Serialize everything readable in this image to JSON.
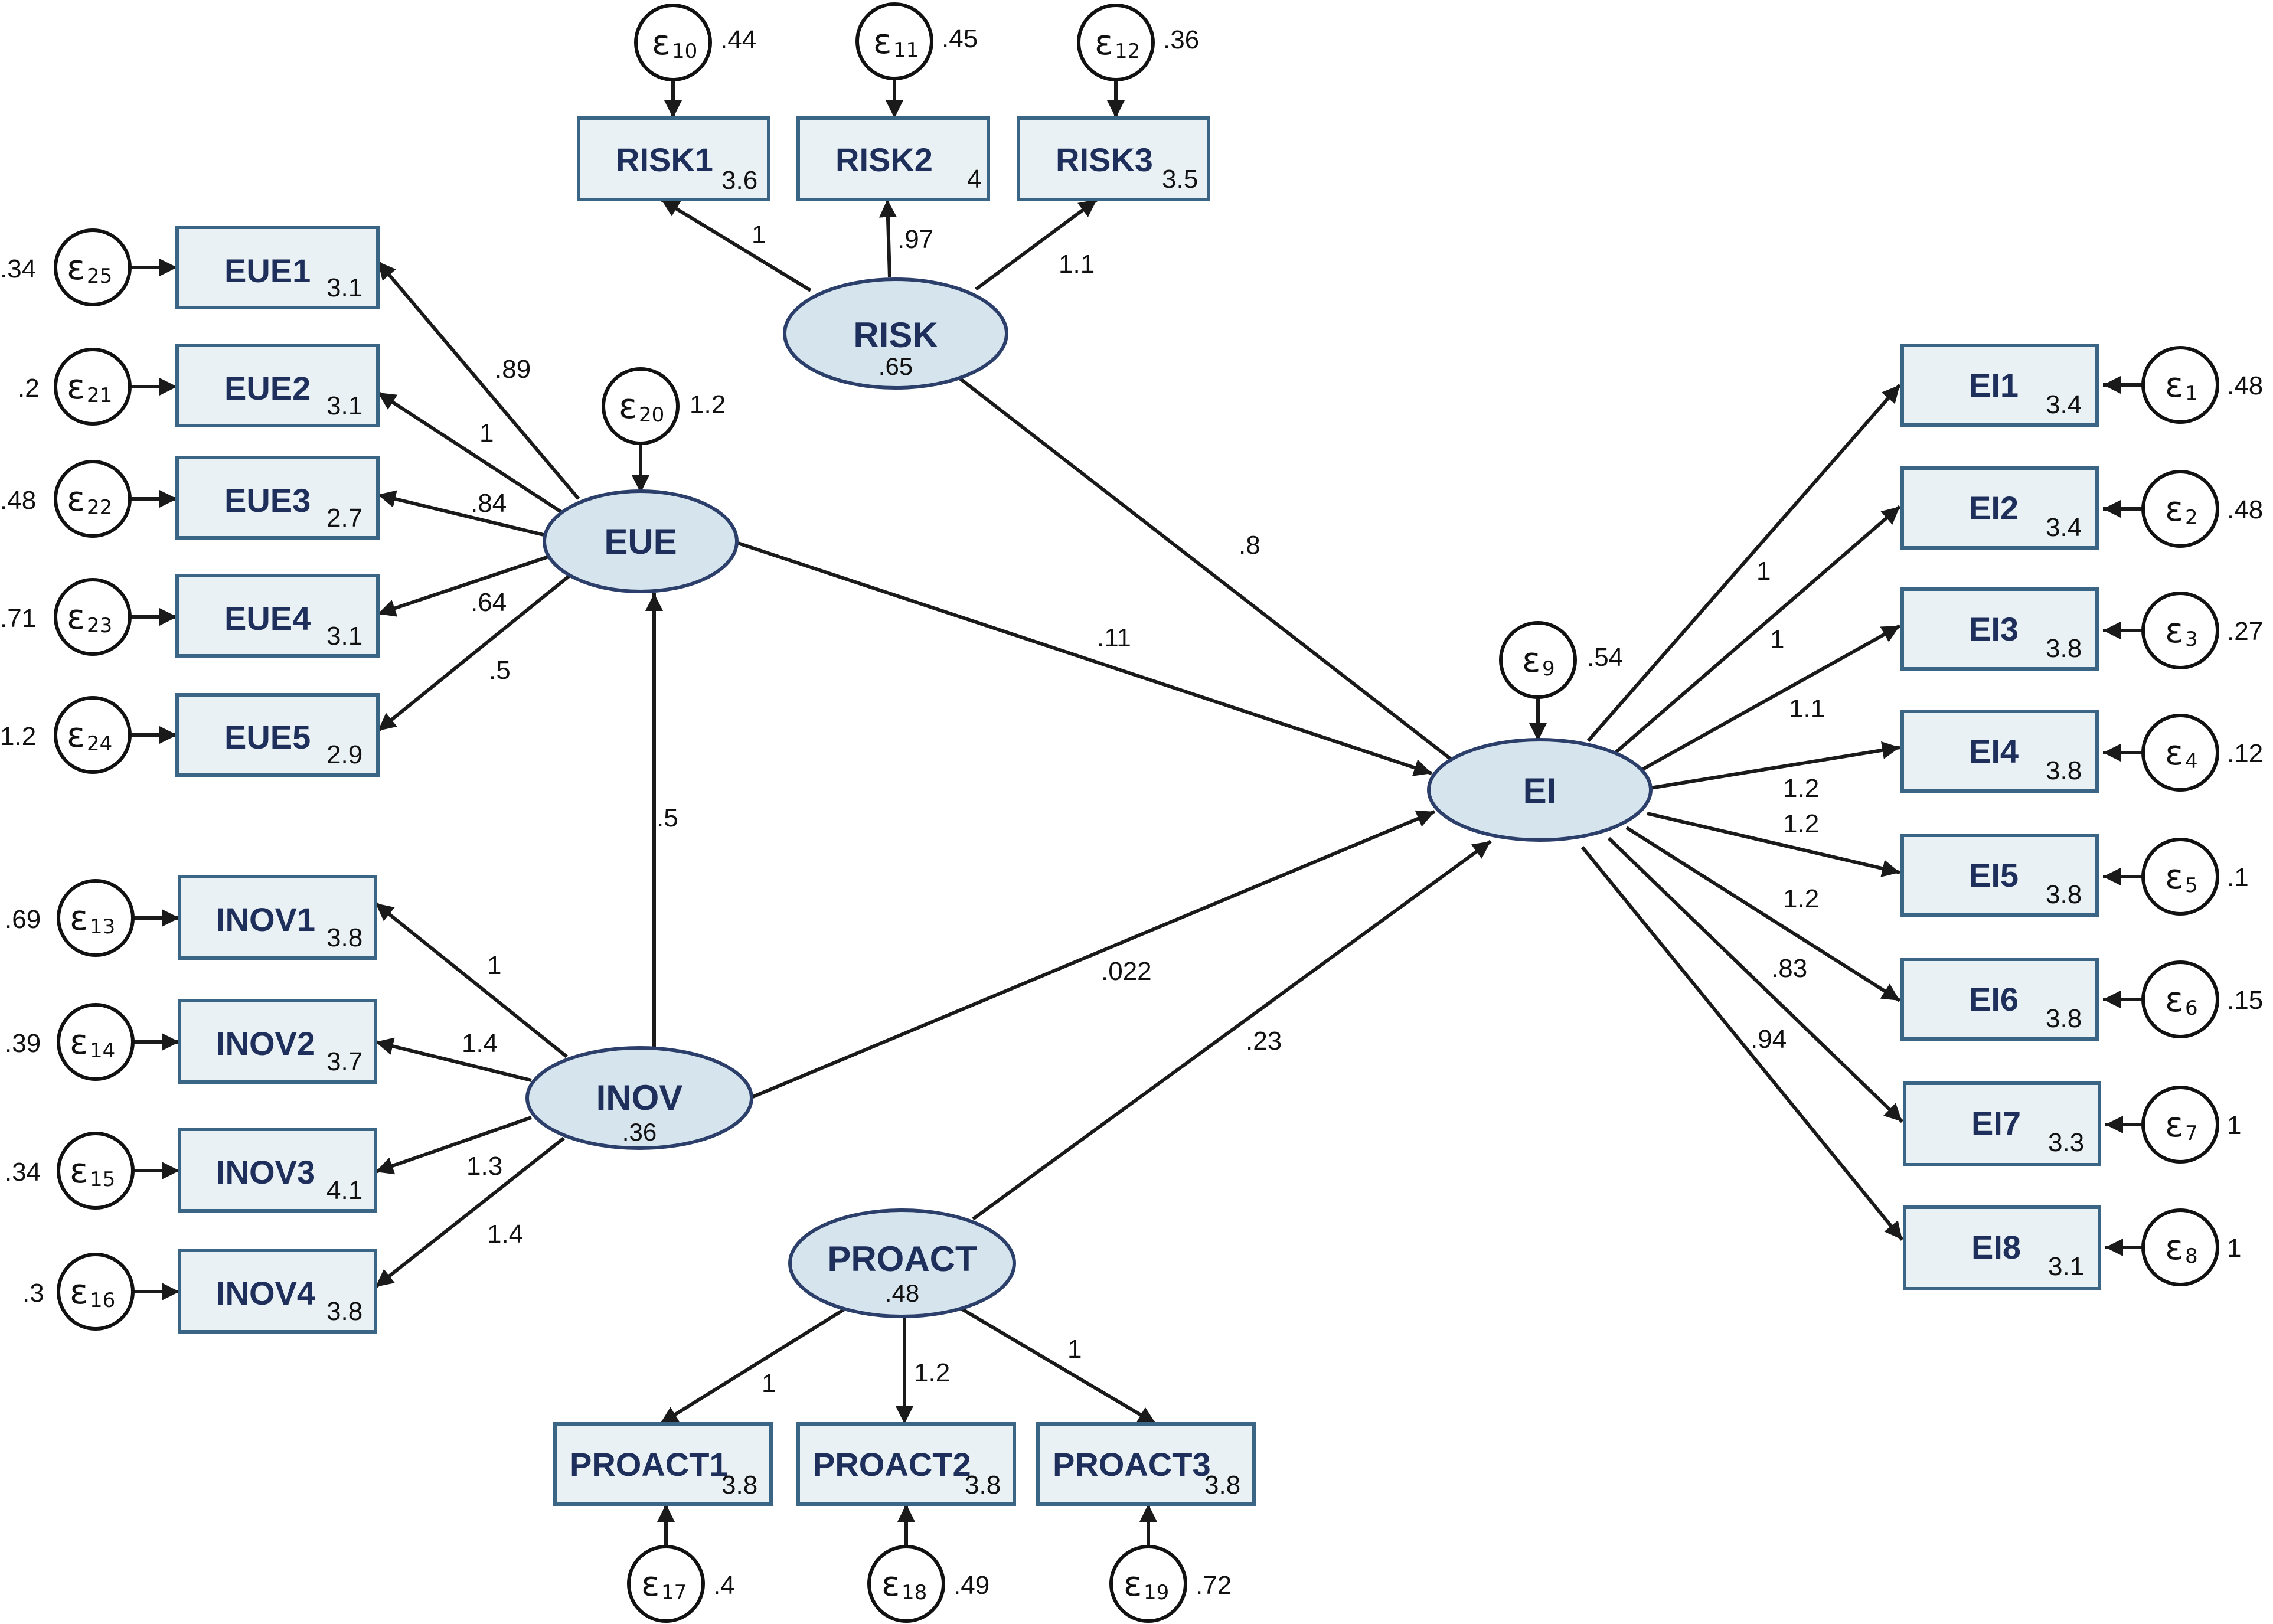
{
  "latents": {
    "RISK": {
      "label": "RISK",
      "variance": ".65"
    },
    "EUE": {
      "label": "EUE",
      "variance": ""
    },
    "INOV": {
      "label": "INOV",
      "variance": ".36"
    },
    "PROACT": {
      "label": "PROACT",
      "variance": ".48"
    },
    "EI": {
      "label": "EI",
      "variance": ""
    }
  },
  "observed": {
    "RISK1": {
      "label": "RISK1",
      "intercept": "3.6"
    },
    "RISK2": {
      "label": "RISK2",
      "intercept": "4"
    },
    "RISK3": {
      "label": "RISK3",
      "intercept": "3.5"
    },
    "EUE1": {
      "label": "EUE1",
      "intercept": "3.1"
    },
    "EUE2": {
      "label": "EUE2",
      "intercept": "3.1"
    },
    "EUE3": {
      "label": "EUE3",
      "intercept": "2.7"
    },
    "EUE4": {
      "label": "EUE4",
      "intercept": "3.1"
    },
    "EUE5": {
      "label": "EUE5",
      "intercept": "2.9"
    },
    "INOV1": {
      "label": "INOV1",
      "intercept": "3.8"
    },
    "INOV2": {
      "label": "INOV2",
      "intercept": "3.7"
    },
    "INOV3": {
      "label": "INOV3",
      "intercept": "4.1"
    },
    "INOV4": {
      "label": "INOV4",
      "intercept": "3.8"
    },
    "PROACT1": {
      "label": "PROACT1",
      "intercept": "3.8"
    },
    "PROACT2": {
      "label": "PROACT2",
      "intercept": "3.8"
    },
    "PROACT3": {
      "label": "PROACT3",
      "intercept": "3.8"
    },
    "EI1": {
      "label": "EI1",
      "intercept": "3.4"
    },
    "EI2": {
      "label": "EI2",
      "intercept": "3.4"
    },
    "EI3": {
      "label": "EI3",
      "intercept": "3.8"
    },
    "EI4": {
      "label": "EI4",
      "intercept": "3.8"
    },
    "EI5": {
      "label": "EI5",
      "intercept": "3.8"
    },
    "EI6": {
      "label": "EI6",
      "intercept": "3.8"
    },
    "EI7": {
      "label": "EI7",
      "intercept": "3.3"
    },
    "EI8": {
      "label": "EI8",
      "intercept": "3.1"
    }
  },
  "errors": {
    "e10": {
      "symbol": "ε",
      "sub": "10",
      "value": ".44"
    },
    "e11": {
      "symbol": "ε",
      "sub": "11",
      "value": ".45"
    },
    "e12": {
      "symbol": "ε",
      "sub": "12",
      "value": ".36"
    },
    "e25": {
      "symbol": "ε",
      "sub": "25",
      "value": ".34"
    },
    "e21": {
      "symbol": "ε",
      "sub": "21",
      "value": ".2"
    },
    "e22": {
      "symbol": "ε",
      "sub": "22",
      "value": ".48"
    },
    "e23": {
      "symbol": "ε",
      "sub": "23",
      "value": ".71"
    },
    "e24": {
      "symbol": "ε",
      "sub": "24",
      "value": "1.2"
    },
    "e20": {
      "symbol": "ε",
      "sub": "20",
      "value": "1.2"
    },
    "e13": {
      "symbol": "ε",
      "sub": "13",
      "value": ".69"
    },
    "e14": {
      "symbol": "ε",
      "sub": "14",
      "value": ".39"
    },
    "e15": {
      "symbol": "ε",
      "sub": "15",
      "value": ".34"
    },
    "e16": {
      "symbol": "ε",
      "sub": "16",
      "value": ".3"
    },
    "e17": {
      "symbol": "ε",
      "sub": "17",
      "value": ".4"
    },
    "e18": {
      "symbol": "ε",
      "sub": "18",
      "value": ".49"
    },
    "e19": {
      "symbol": "ε",
      "sub": "19",
      "value": ".72"
    },
    "e9": {
      "symbol": "ε",
      "sub": "9",
      "value": ".54"
    },
    "e1": {
      "symbol": "ε",
      "sub": "1",
      "value": ".48"
    },
    "e2": {
      "symbol": "ε",
      "sub": "2",
      "value": ".48"
    },
    "e3": {
      "symbol": "ε",
      "sub": "3",
      "value": ".27"
    },
    "e4": {
      "symbol": "ε",
      "sub": "4",
      "value": ".12"
    },
    "e5": {
      "symbol": "ε",
      "sub": "5",
      "value": ".1"
    },
    "e6": {
      "symbol": "ε",
      "sub": "6",
      "value": ".15"
    },
    "e7": {
      "symbol": "ε",
      "sub": "7",
      "value": "1"
    },
    "e8": {
      "symbol": "ε",
      "sub": "8",
      "value": "1"
    }
  },
  "paths": {
    "risk_risk1": "1",
    "risk_risk2": ".97",
    "risk_risk3": "1.1",
    "eue_eue1": ".89",
    "eue_eue2": "1",
    "eue_eue3": ".84",
    "eue_eue4": ".64",
    "eue_eue5": ".5",
    "inov_inov1": "1",
    "inov_inov2": "1.4",
    "inov_inov3": "1.3",
    "inov_inov4": "1.4",
    "proact_proact1": "1",
    "proact_proact2": "1.2",
    "proact_proact3": "1",
    "ei_ei1": "1",
    "ei_ei2": "1",
    "ei_ei3": "1.1",
    "ei_ei4": "1.2",
    "ei_ei5": "1.2",
    "ei_ei6": "1.2",
    "ei_ei7": ".83",
    "ei_ei8": ".94",
    "risk_ei": ".8",
    "eue_ei": ".11",
    "inov_eue": ".5",
    "inov_ei": ".022",
    "proact_ei": ".23"
  }
}
